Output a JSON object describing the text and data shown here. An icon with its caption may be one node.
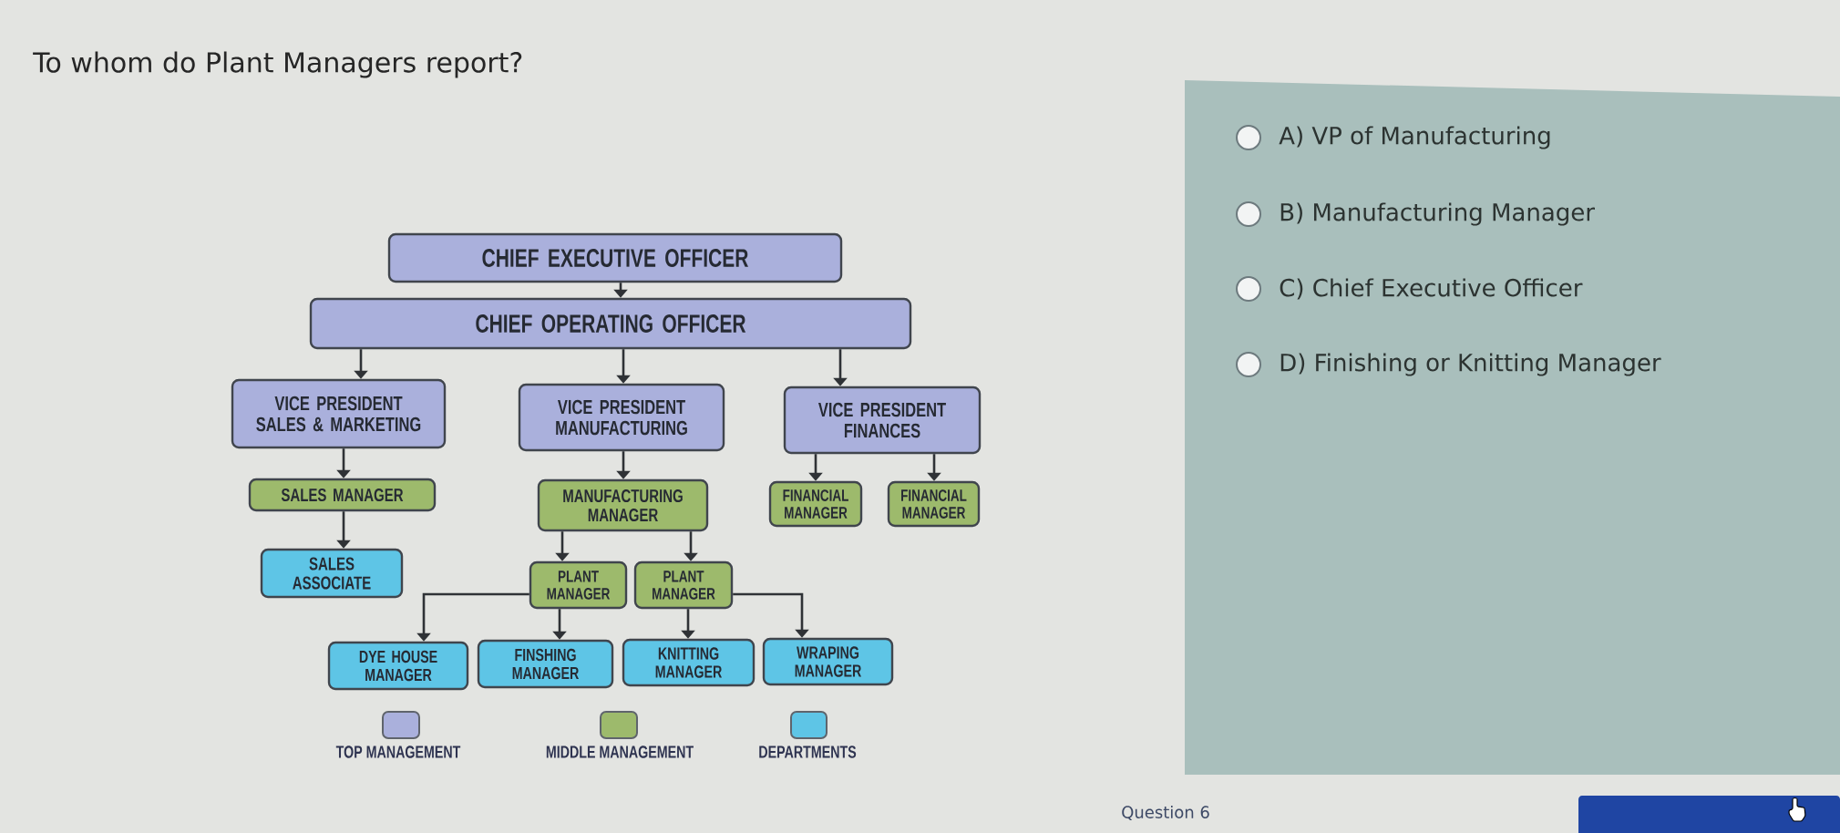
{
  "diagram": {
    "title": "To whom do Plant Managers report?",
    "nodes": [
      {
        "text": [
          "CHIEF EXECUTIVE OFFICER"
        ]
      },
      {
        "text": [
          "CHIEF OPERATING OFFICER"
        ]
      },
      {
        "text": [
          "VICE PRESIDENT SALES & MARKETING"
        ]
      },
      {
        "text": [
          "VICE PRESIDENT MANUFACTURING"
        ]
      },
      {
        "text": [
          "VICE PRESIDENT FINANCES"
        ]
      },
      {
        "text": [
          "SALES MANAGER"
        ]
      },
      {
        "text": [
          "MANUFACTURING MANAGER"
        ]
      },
      {
        "text": [
          "FINANCIAL MANAGER"
        ]
      },
      {
        "text": [
          "FINANCIAL MANAGER"
        ]
      },
      {
        "text": [
          "SALES ASSOCIATE"
        ]
      },
      {
        "text": [
          "PLANT MANAGER"
        ]
      },
      {
        "text": [
          "PLANT MANAGER"
        ]
      },
      {
        "text": [
          "DYE HOUSE MANAGER"
        ]
      },
      {
        "text": [
          "FINSHING MANAGER"
        ]
      },
      {
        "text": [
          "KNITTING MANAGER"
        ]
      },
      {
        "text": [
          "WRAPING MANAGER"
        ]
      }
    ],
    "edges": [
      {
        "from": 0,
        "to": 1,
        "arrow": "to"
      },
      {
        "from": 1,
        "to": 2,
        "arrow": "to"
      },
      {
        "from": 1,
        "to": 3,
        "arrow": "to"
      },
      {
        "from": 1,
        "to": 4,
        "arrow": "to"
      },
      {
        "from": 2,
        "to": 5,
        "arrow": "to"
      },
      {
        "from": 3,
        "to": 6,
        "arrow": "to"
      },
      {
        "from": 4,
        "to": 7,
        "arrow": "to"
      },
      {
        "from": 4,
        "to": 8,
        "arrow": "to"
      },
      {
        "from": 5,
        "to": 9,
        "arrow": "to"
      },
      {
        "from": 6,
        "to": 10,
        "arrow": "to"
      },
      {
        "from": 6,
        "to": 11,
        "arrow": "to"
      },
      {
        "from": 10,
        "to": 12,
        "arrow": "to"
      },
      {
        "from": 10,
        "to": 13,
        "arrow": "to"
      },
      {
        "from": 11,
        "to": 14,
        "arrow": "to"
      },
      {
        "from": 11,
        "to": 15,
        "arrow": "to"
      }
    ],
    "labels": [
      "A) VP of Manufacturing",
      "B) Manufacturing Manager",
      "C) Chief Executive Officer",
      "D) Finishing or Knitting Manager",
      "Question 6"
    ],
    "legend": [
      {
        "text": "TOP MANAGEMENT",
        "color": "#aab0dc"
      },
      {
        "text": "MIDDLE MANAGEMENT",
        "color": "#9dba6c"
      },
      {
        "text": "DEPARTMENTS",
        "color": "#5ec5e6"
      }
    ]
  }
}
